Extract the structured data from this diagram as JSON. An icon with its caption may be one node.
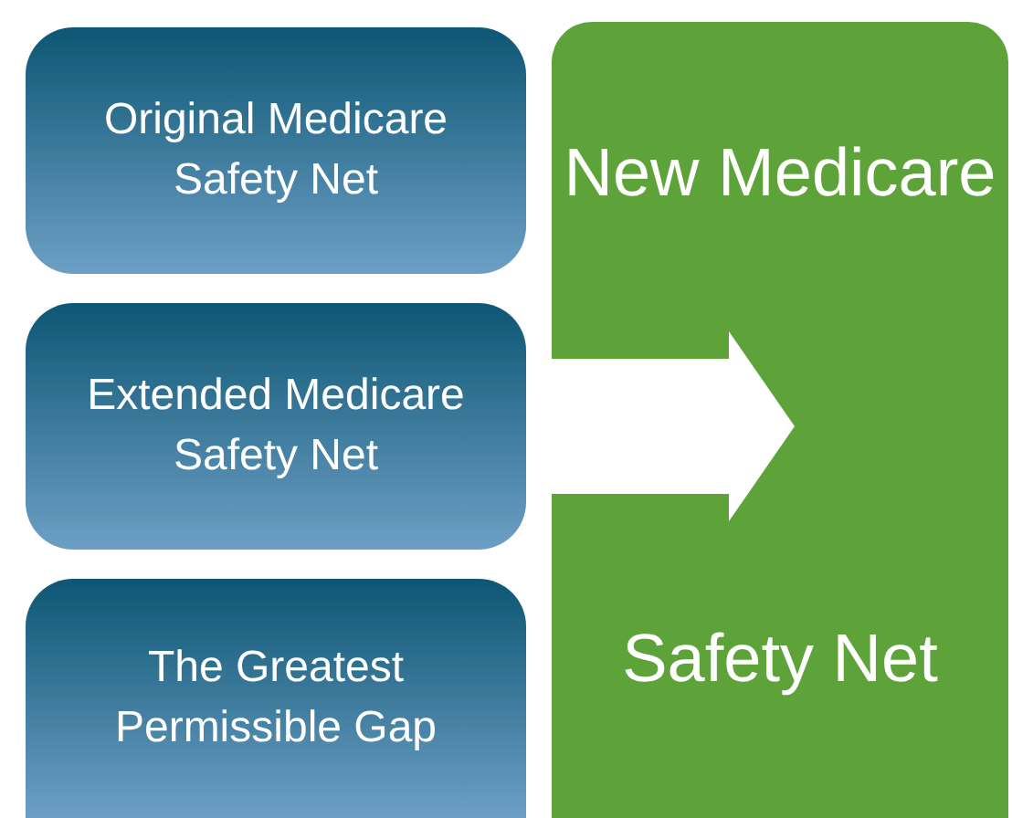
{
  "diagram": {
    "nodes": [
      {
        "text": [
          "Original Medicare Safety Net"
        ]
      },
      {
        "text": [
          "Extended Medicare Safety Net"
        ]
      },
      {
        "text": [
          "The Greatest Permissible Gap"
        ]
      },
      {
        "text": [
          "New Medicare",
          "Safety Net"
        ]
      }
    ],
    "edges": [
      {
        "from": 1,
        "to": 3,
        "arrow": "to",
        "style": "thick",
        "color": "#ffffff"
      }
    ]
  }
}
